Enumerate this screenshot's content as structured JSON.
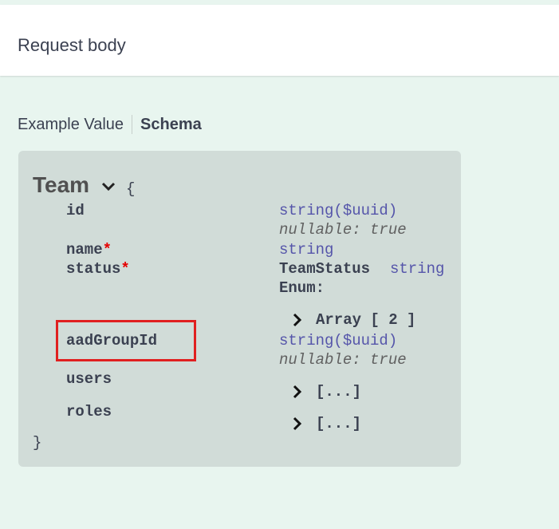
{
  "header": {
    "title": "Request body"
  },
  "tabs": {
    "example": "Example Value",
    "schema": "Schema"
  },
  "model": {
    "name": "Team",
    "open_brace": "{",
    "close_brace": "}",
    "required_marker": "*",
    "properties": [
      {
        "name": "id",
        "type": "string",
        "format": "($uuid)",
        "meta": "nullable: true"
      },
      {
        "name": "name",
        "type": "string"
      },
      {
        "name": "status",
        "type_name": "TeamStatus",
        "type": "string",
        "enum_label": "Enum:",
        "enum_value": "Array [ 2 ]"
      },
      {
        "name": "aadGroupId",
        "type": "string",
        "format": "($uuid)",
        "meta": "nullable: true"
      },
      {
        "name": "users",
        "value": "[...]"
      },
      {
        "name": "roles",
        "value": "[...]"
      }
    ]
  },
  "colors": {
    "background": "#e8f5ef",
    "schema_box": "#d1dcd8",
    "type_keyword": "#5555aa",
    "required": "#e50000",
    "highlight": "#e02020"
  }
}
